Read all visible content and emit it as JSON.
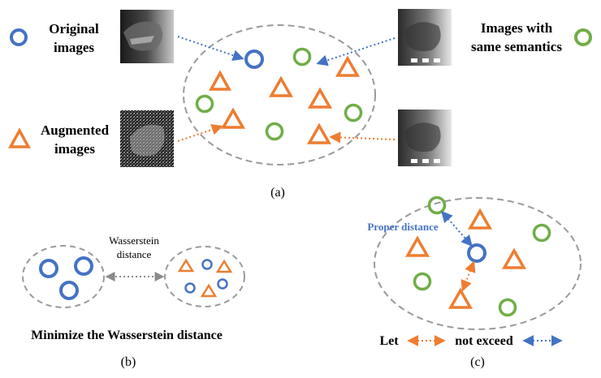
{
  "colors": {
    "blue": "#4472C4",
    "green": "#70AD47",
    "orange": "#ED7D31",
    "gray": "#9A9A9A",
    "text": "#000000"
  },
  "legend": {
    "original_l1": "Original",
    "original_l2": "images",
    "augmented_l1": "Augmented",
    "augmented_l2": "images",
    "same_l1": "Images with",
    "same_l2": "same semantics"
  },
  "captions": {
    "a": "(a)",
    "b": "(b)",
    "c": "(c)"
  },
  "panel_b": {
    "wasserstein_l1": "Wasserstein",
    "wasserstein_l2": "distance",
    "minimize": "Minimize the Wasserstein distance"
  },
  "panel_c": {
    "proper_distance": "Proper distance",
    "let": "Let",
    "not_exceed": "not exceed"
  },
  "icons": [
    "original-image-thumbnail",
    "augmented-image-thumbnail",
    "same-semantics-thumbnail-1",
    "same-semantics-thumbnail-2"
  ]
}
